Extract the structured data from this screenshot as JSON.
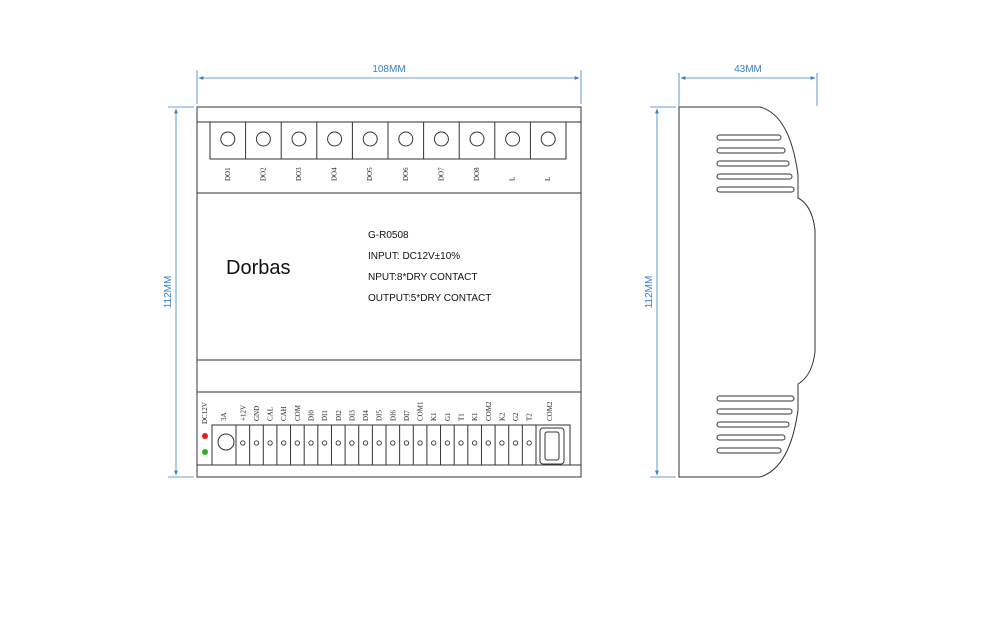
{
  "dimensions": {
    "width": "108MM",
    "height": "112MM",
    "depth": "43MM",
    "side_height": "112MM"
  },
  "top_terminals": [
    "DO1",
    "DO2",
    "DO3",
    "DO4",
    "DO5",
    "DO6",
    "DO7",
    "DO8",
    "L",
    "L"
  ],
  "panel": {
    "brand": "Dorbas",
    "model": "G-R0508",
    "input": "INPUT:  DC12V±10%",
    "nput": "NPUT:8*DRY CONTACT",
    "output": "OUTPUT:5*DRY CONTACT"
  },
  "bottom": {
    "power_label": "DC12V",
    "fuse_label": "3A",
    "terminals": [
      "+12V",
      "GND",
      "CAL",
      "CAH",
      "COM",
      "DI0",
      "DI1",
      "DI2",
      "DI3",
      "DI4",
      "DI5",
      "DI6",
      "DI7",
      "COM1",
      "K1",
      "G1",
      "T1",
      "K1",
      "COM2",
      "K2",
      "G2",
      "T2"
    ],
    "port_label": "COM2"
  },
  "colors": {
    "outline": "#333333",
    "dimension": "#3a7fc4",
    "led_red": "#e02020",
    "led_green": "#2bb52b"
  }
}
